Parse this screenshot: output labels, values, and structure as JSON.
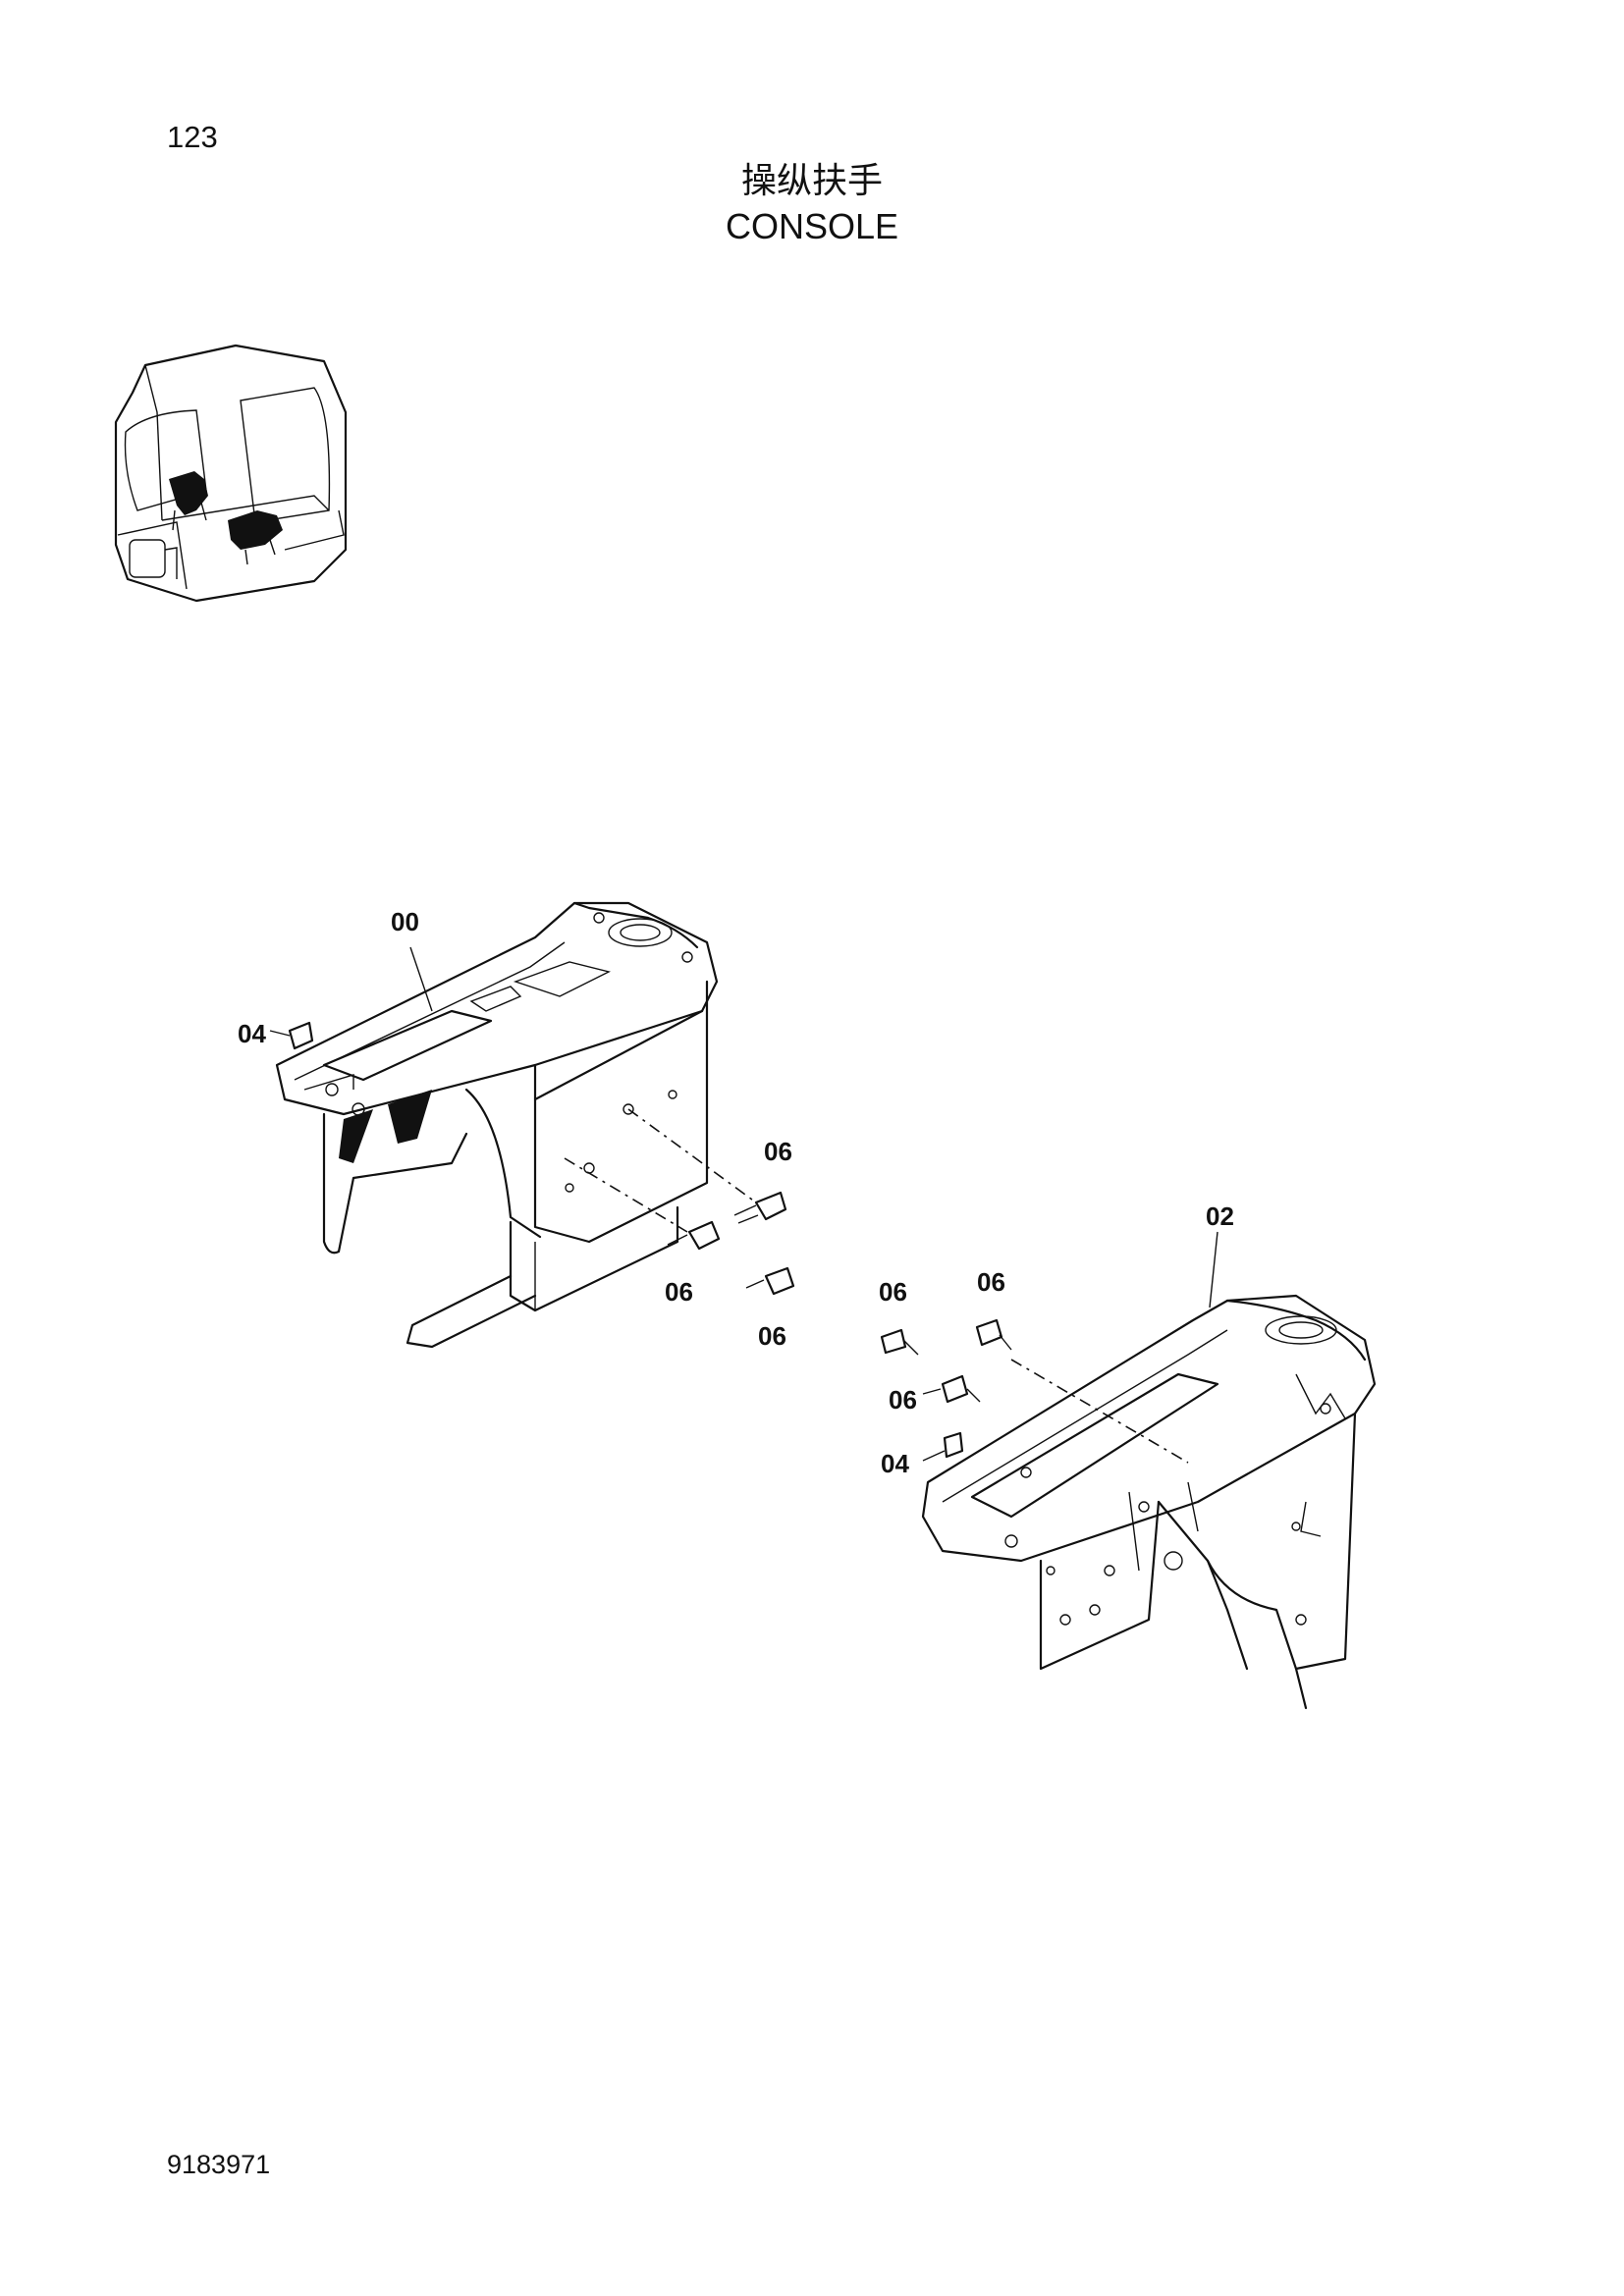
{
  "page": {
    "number": "123",
    "code": "9183971"
  },
  "title": {
    "cn": "操纵扶手",
    "en": "CONSOLE"
  },
  "callouts": {
    "a00": "00",
    "a04": "04",
    "a06_1": "06",
    "a06_2": "06",
    "a06_3": "06",
    "b02": "02",
    "b06_1": "06",
    "b06_2": "06",
    "b06_3": "06",
    "b04": "04"
  }
}
